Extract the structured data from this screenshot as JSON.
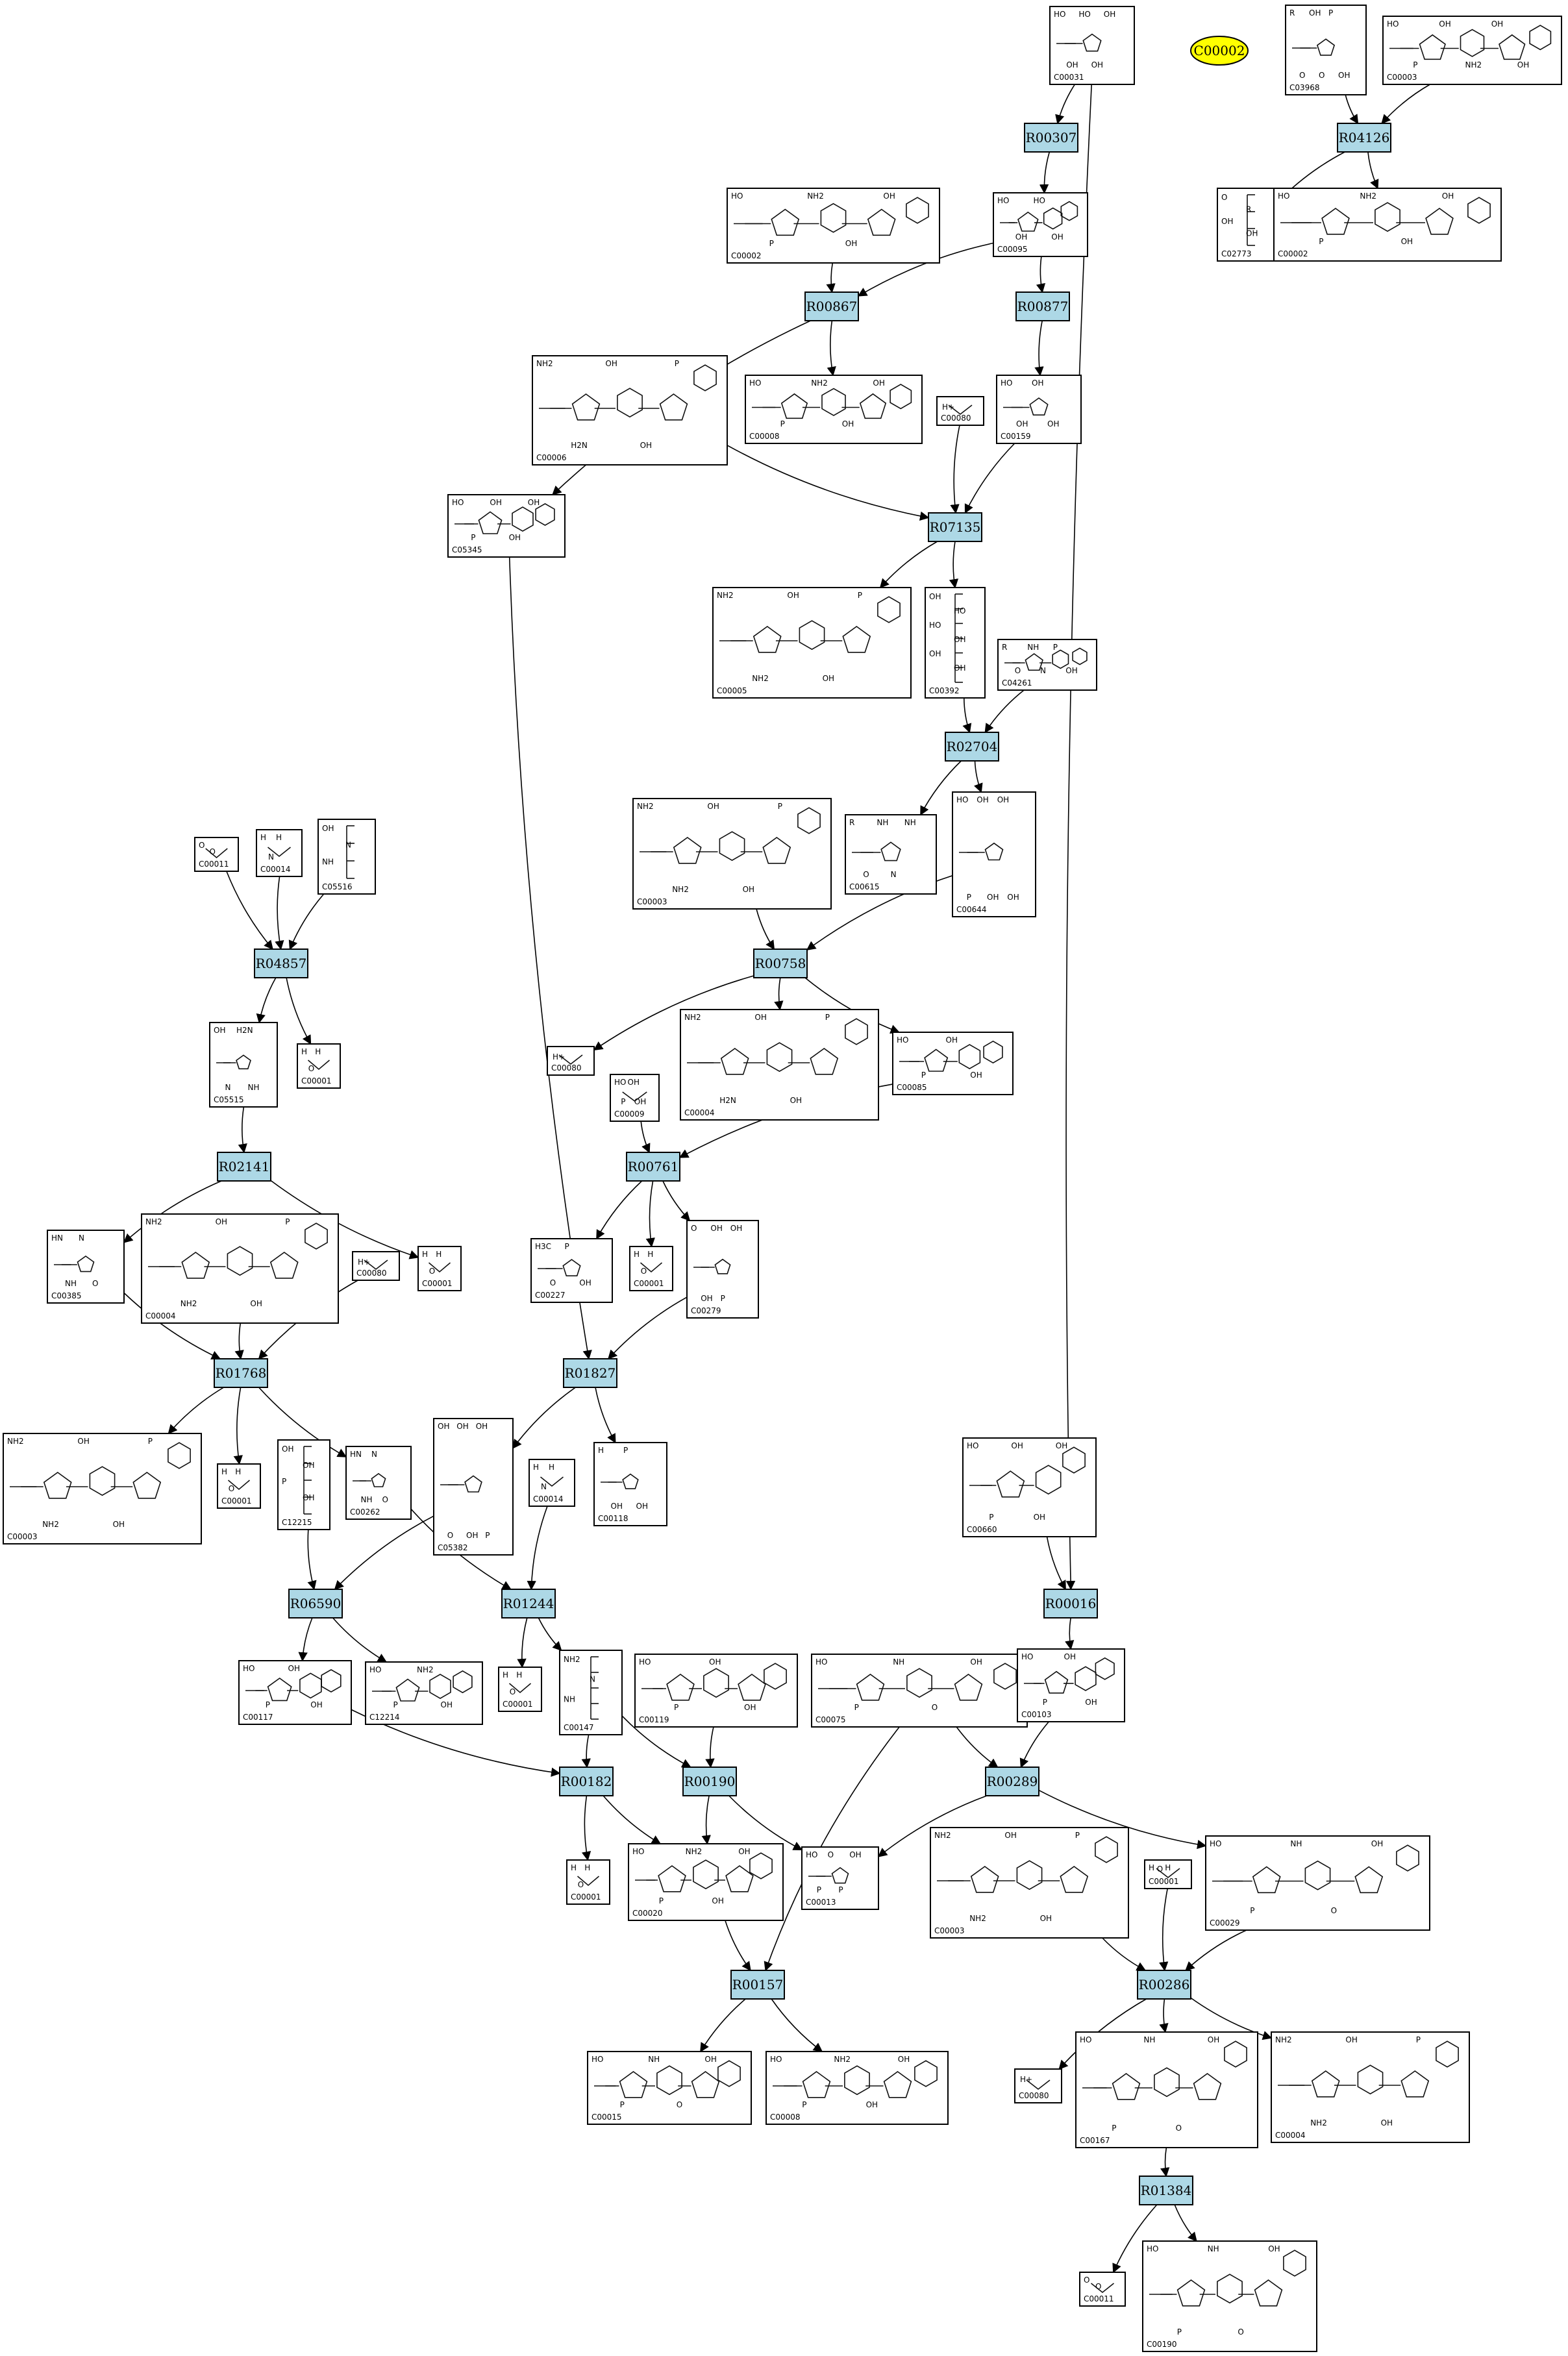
{
  "highlight": {
    "label": "C00002",
    "color": "#ffff00"
  },
  "colors": {
    "reaction_fill": "#add8e6",
    "edge": "#000000"
  },
  "compounds": [
    {
      "key": "c00031",
      "id": "C00031",
      "atoms": [
        "HO",
        "OH",
        "HO",
        "OH",
        "OH"
      ]
    },
    {
      "key": "c03968",
      "id": "C03968",
      "atoms": [
        "R",
        "O",
        "OH",
        "O",
        "P",
        "OH"
      ]
    },
    {
      "key": "c00003_top",
      "id": "C00003",
      "atoms": [
        "HO",
        "P",
        "OH",
        "NH2",
        "OH",
        "OH"
      ]
    },
    {
      "key": "c00002_a",
      "id": "C00002",
      "atoms": [
        "HO",
        "P",
        "NH2",
        "OH",
        "OH"
      ]
    },
    {
      "key": "c00095",
      "id": "C00095",
      "atoms": [
        "HO",
        "OH",
        "HO",
        "OH"
      ]
    },
    {
      "key": "c02773",
      "id": "C02773",
      "atoms": [
        "O",
        "R",
        "OH",
        "OH"
      ]
    },
    {
      "key": "c00002_b",
      "id": "C00002",
      "atoms": [
        "HO",
        "P",
        "NH2",
        "OH",
        "OH"
      ]
    },
    {
      "key": "c00006",
      "id": "C00006",
      "atoms": [
        "NH2",
        "H2N",
        "OH",
        "OH",
        "P"
      ]
    },
    {
      "key": "c00008",
      "id": "C00008",
      "atoms": [
        "HO",
        "P",
        "NH2",
        "OH",
        "OH"
      ]
    },
    {
      "key": "c00080_a",
      "id": "C00080",
      "atoms": [
        "H+"
      ]
    },
    {
      "key": "c00159",
      "id": "C00159",
      "atoms": [
        "HO",
        "OH",
        "OH",
        "OH"
      ]
    },
    {
      "key": "c05345",
      "id": "C05345",
      "atoms": [
        "HO",
        "P",
        "OH",
        "OH",
        "OH"
      ]
    },
    {
      "key": "c00005",
      "id": "C00005",
      "atoms": [
        "NH2",
        "NH2",
        "OH",
        "OH",
        "P"
      ]
    },
    {
      "key": "c00392",
      "id": "C00392",
      "atoms": [
        "OH",
        "HO",
        "HO",
        "OH",
        "OH",
        "OH"
      ]
    },
    {
      "key": "c04261",
      "id": "C04261",
      "atoms": [
        "R",
        "O",
        "NH",
        "N",
        "P",
        "OH"
      ]
    },
    {
      "key": "c00003_mid",
      "id": "C00003",
      "atoms": [
        "NH2",
        "NH2",
        "OH",
        "OH",
        "P"
      ]
    },
    {
      "key": "c00011_a",
      "id": "C00011",
      "atoms": [
        "O",
        "O"
      ]
    },
    {
      "key": "c00014_a",
      "id": "C00014",
      "atoms": [
        "H",
        "N",
        "H"
      ]
    },
    {
      "key": "c05516",
      "id": "C05516",
      "atoms": [
        "OH",
        "N",
        "NH"
      ]
    },
    {
      "key": "c00615",
      "id": "C00615",
      "atoms": [
        "R",
        "O",
        "NH",
        "N",
        "NH"
      ]
    },
    {
      "key": "c00644",
      "id": "C00644",
      "atoms": [
        "HO",
        "P",
        "OH",
        "OH",
        "OH",
        "OH"
      ]
    },
    {
      "key": "c05515",
      "id": "C05515",
      "atoms": [
        "OH",
        "N",
        "H2N",
        "NH"
      ]
    },
    {
      "key": "c00001_a",
      "id": "C00001",
      "atoms": [
        "H",
        "O",
        "H"
      ]
    },
    {
      "key": "c00080_b",
      "id": "C00080",
      "atoms": [
        "H+"
      ]
    },
    {
      "key": "c00004_a",
      "id": "C00004",
      "atoms": [
        "NH2",
        "H2N",
        "OH",
        "OH",
        "P"
      ]
    },
    {
      "key": "c00085",
      "id": "C00085",
      "atoms": [
        "HO",
        "P",
        "OH",
        "OH"
      ]
    },
    {
      "key": "c00009",
      "id": "C00009",
      "atoms": [
        "HO",
        "P",
        "OH",
        "OH"
      ]
    },
    {
      "key": "c00385",
      "id": "C00385",
      "atoms": [
        "HN",
        "NH",
        "N",
        "O"
      ]
    },
    {
      "key": "c00004_b",
      "id": "C00004",
      "atoms": [
        "NH2",
        "NH2",
        "OH",
        "OH",
        "P"
      ]
    },
    {
      "key": "c00080_c",
      "id": "C00080",
      "atoms": [
        "H+"
      ]
    },
    {
      "key": "c00001_b",
      "id": "C00001",
      "atoms": [
        "H",
        "O",
        "H"
      ]
    },
    {
      "key": "c00227",
      "id": "C00227",
      "atoms": [
        "H3C",
        "O",
        "P",
        "OH"
      ]
    },
    {
      "key": "c00001_c",
      "id": "C00001",
      "atoms": [
        "H",
        "O",
        "H"
      ]
    },
    {
      "key": "c00279",
      "id": "C00279",
      "atoms": [
        "O",
        "OH",
        "OH",
        "P",
        "OH"
      ]
    },
    {
      "key": "c00003_low",
      "id": "C00003",
      "atoms": [
        "NH2",
        "NH2",
        "OH",
        "OH",
        "P"
      ]
    },
    {
      "key": "c00001_d",
      "id": "C00001",
      "atoms": [
        "H",
        "O",
        "H"
      ]
    },
    {
      "key": "c12215",
      "id": "C12215",
      "atoms": [
        "OH",
        "OH",
        "P",
        "OH"
      ]
    },
    {
      "key": "c00262",
      "id": "C00262",
      "atoms": [
        "HN",
        "NH",
        "N",
        "O"
      ]
    },
    {
      "key": "c05382",
      "id": "C05382",
      "atoms": [
        "OH",
        "O",
        "OH",
        "OH",
        "OH",
        "P"
      ]
    },
    {
      "key": "c00014_b",
      "id": "C00014",
      "atoms": [
        "H",
        "N",
        "H"
      ]
    },
    {
      "key": "c00118",
      "id": "C00118",
      "atoms": [
        "H",
        "OH",
        "P",
        "OH"
      ]
    },
    {
      "key": "c00660",
      "id": "C00660",
      "atoms": [
        "HO",
        "P",
        "OH",
        "OH",
        "OH"
      ]
    },
    {
      "key": "c00117",
      "id": "C00117",
      "atoms": [
        "HO",
        "P",
        "OH",
        "OH"
      ]
    },
    {
      "key": "c12214",
      "id": "C12214",
      "atoms": [
        "HO",
        "P",
        "NH2",
        "OH"
      ]
    },
    {
      "key": "c00001_e",
      "id": "C00001",
      "atoms": [
        "H",
        "O",
        "H"
      ]
    },
    {
      "key": "c00147",
      "id": "C00147",
      "atoms": [
        "NH2",
        "N",
        "NH"
      ]
    },
    {
      "key": "c00119",
      "id": "C00119",
      "atoms": [
        "HO",
        "P",
        "OH",
        "OH"
      ]
    },
    {
      "key": "c00075",
      "id": "C00075",
      "atoms": [
        "HO",
        "P",
        "NH",
        "O",
        "OH"
      ]
    },
    {
      "key": "c00103",
      "id": "C00103",
      "atoms": [
        "HO",
        "P",
        "OH",
        "OH"
      ]
    },
    {
      "key": "c00001_f",
      "id": "C00001",
      "atoms": [
        "H",
        "O",
        "H"
      ]
    },
    {
      "key": "c00020",
      "id": "C00020",
      "atoms": [
        "HO",
        "P",
        "NH2",
        "OH",
        "OH"
      ]
    },
    {
      "key": "c00013",
      "id": "C00013",
      "atoms": [
        "HO",
        "P",
        "O",
        "P",
        "OH"
      ]
    },
    {
      "key": "c00003_bot",
      "id": "C00003",
      "atoms": [
        "NH2",
        "NH2",
        "OH",
        "OH",
        "P"
      ]
    },
    {
      "key": "c00001_g",
      "id": "C00001",
      "atoms": [
        "H",
        "O",
        "H"
      ]
    },
    {
      "key": "c00029",
      "id": "C00029",
      "atoms": [
        "HO",
        "P",
        "NH",
        "O",
        "OH"
      ]
    },
    {
      "key": "c00015",
      "id": "C00015",
      "atoms": [
        "HO",
        "P",
        "NH",
        "O",
        "OH"
      ]
    },
    {
      "key": "c00008_b",
      "id": "C00008",
      "atoms": [
        "HO",
        "P",
        "NH2",
        "OH",
        "OH"
      ]
    },
    {
      "key": "c00080_d",
      "id": "C00080",
      "atoms": [
        "H+"
      ]
    },
    {
      "key": "c00167",
      "id": "C00167",
      "atoms": [
        "HO",
        "P",
        "NH",
        "O",
        "OH"
      ]
    },
    {
      "key": "c00004_c",
      "id": "C00004",
      "atoms": [
        "NH2",
        "NH2",
        "OH",
        "OH",
        "P"
      ]
    },
    {
      "key": "c00011_b",
      "id": "C00011",
      "atoms": [
        "O",
        "O"
      ]
    },
    {
      "key": "c00190",
      "id": "C00190",
      "atoms": [
        "HO",
        "P",
        "NH",
        "O",
        "OH"
      ]
    }
  ],
  "reactions": [
    {
      "key": "r00307",
      "id": "R00307"
    },
    {
      "key": "r04126",
      "id": "R04126"
    },
    {
      "key": "r00867",
      "id": "R00867"
    },
    {
      "key": "r00877",
      "id": "R00877"
    },
    {
      "key": "r07135",
      "id": "R07135"
    },
    {
      "key": "r02704",
      "id": "R02704"
    },
    {
      "key": "r04857",
      "id": "R04857"
    },
    {
      "key": "r00758",
      "id": "R00758"
    },
    {
      "key": "r02141",
      "id": "R02141"
    },
    {
      "key": "r00761",
      "id": "R00761"
    },
    {
      "key": "r01768",
      "id": "R01768"
    },
    {
      "key": "r01827",
      "id": "R01827"
    },
    {
      "key": "r06590",
      "id": "R06590"
    },
    {
      "key": "r01244",
      "id": "R01244"
    },
    {
      "key": "r00016",
      "id": "R00016"
    },
    {
      "key": "r00182",
      "id": "R00182"
    },
    {
      "key": "r00190",
      "id": "R00190"
    },
    {
      "key": "r00289",
      "id": "R00289"
    },
    {
      "key": "r00157",
      "id": "R00157"
    },
    {
      "key": "r00286",
      "id": "R00286"
    },
    {
      "key": "r01384",
      "id": "R01384"
    }
  ],
  "edges": [
    [
      "c00031",
      "r00307"
    ],
    [
      "c00031",
      "r00016"
    ],
    [
      "r00307",
      "c00095"
    ],
    [
      "c03968",
      "r04126"
    ],
    [
      "c00003_top",
      "r04126"
    ],
    [
      "r04126",
      "c02773"
    ],
    [
      "r04126",
      "c00002_b"
    ],
    [
      "c00002_a",
      "r00867"
    ],
    [
      "c00095",
      "r00867"
    ],
    [
      "c00095",
      "r00877"
    ],
    [
      "r00867",
      "c05345"
    ],
    [
      "r00867",
      "c00008"
    ],
    [
      "r00877",
      "c00159"
    ],
    [
      "c00006",
      "r07135"
    ],
    [
      "c00080_a",
      "r07135"
    ],
    [
      "c00159",
      "r07135"
    ],
    [
      "r07135",
      "c00005"
    ],
    [
      "r07135",
      "c00392"
    ],
    [
      "c00392",
      "r02704"
    ],
    [
      "c04261",
      "r02704"
    ],
    [
      "r02704",
      "c00615"
    ],
    [
      "r02704",
      "c00644"
    ],
    [
      "c00011_a",
      "r04857"
    ],
    [
      "c00014_a",
      "r04857"
    ],
    [
      "c05516",
      "r04857"
    ],
    [
      "r04857",
      "c05515"
    ],
    [
      "r04857",
      "c00001_a"
    ],
    [
      "c00003_mid",
      "r00758"
    ],
    [
      "c00644",
      "r00758"
    ],
    [
      "r00758",
      "c00080_b"
    ],
    [
      "r00758",
      "c00004_a"
    ],
    [
      "r00758",
      "c00085"
    ],
    [
      "c05515",
      "r02141"
    ],
    [
      "r02141",
      "c00385"
    ],
    [
      "r02141",
      "c00001_b"
    ],
    [
      "c00009",
      "r00761"
    ],
    [
      "c00085",
      "r00761"
    ],
    [
      "r00761",
      "c00227"
    ],
    [
      "r00761",
      "c00001_c"
    ],
    [
      "r00761",
      "c00279"
    ],
    [
      "c00385",
      "r01768"
    ],
    [
      "c00004_b",
      "r01768"
    ],
    [
      "c00080_c",
      "r01768"
    ],
    [
      "r01768",
      "c00003_low"
    ],
    [
      "r01768",
      "c00001_d"
    ],
    [
      "r01768",
      "c00262"
    ],
    [
      "c05345",
      "r01827"
    ],
    [
      "c00279",
      "r01827"
    ],
    [
      "r01827",
      "c05382"
    ],
    [
      "r01827",
      "c00118"
    ],
    [
      "c12215",
      "r06590"
    ],
    [
      "c05382",
      "r06590"
    ],
    [
      "r06590",
      "c00117"
    ],
    [
      "r06590",
      "c12214"
    ],
    [
      "c00262",
      "r01244"
    ],
    [
      "c00014_b",
      "r01244"
    ],
    [
      "r01244",
      "c00001_e"
    ],
    [
      "r01244",
      "c00147"
    ],
    [
      "c00660",
      "r00016"
    ],
    [
      "r00016",
      "c00103"
    ],
    [
      "c00117",
      "r00182"
    ],
    [
      "c00147",
      "r00182"
    ],
    [
      "r00182",
      "c00001_f"
    ],
    [
      "r00182",
      "c00020"
    ],
    [
      "c00147",
      "r00190"
    ],
    [
      "c00119",
      "r00190"
    ],
    [
      "r00190",
      "c00020"
    ],
    [
      "r00190",
      "c00013"
    ],
    [
      "c00075",
      "r00289"
    ],
    [
      "c00103",
      "r00289"
    ],
    [
      "r00289",
      "c00013"
    ],
    [
      "r00289",
      "c00029"
    ],
    [
      "c00020",
      "r00157"
    ],
    [
      "c00075",
      "r00157"
    ],
    [
      "r00157",
      "c00015"
    ],
    [
      "r00157",
      "c00008_b"
    ],
    [
      "c00003_bot",
      "r00286"
    ],
    [
      "c00001_g",
      "r00286"
    ],
    [
      "c00029",
      "r00286"
    ],
    [
      "r00286",
      "c00080_d"
    ],
    [
      "r00286",
      "c00167"
    ],
    [
      "r00286",
      "c00004_c"
    ],
    [
      "c00167",
      "r01384"
    ],
    [
      "r01384",
      "c00011_b"
    ],
    [
      "r01384",
      "c00190"
    ]
  ]
}
